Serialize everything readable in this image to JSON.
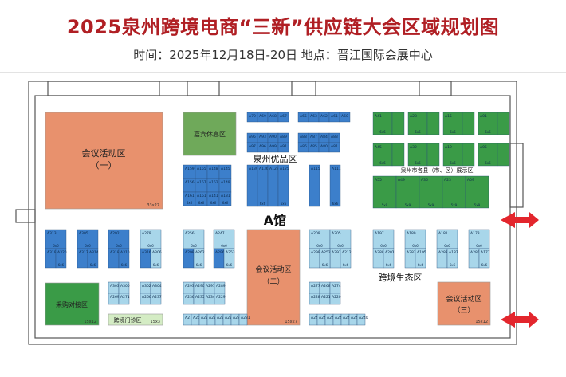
{
  "title": "2025泉州跨境电商“三新”供应链大会区域规划图",
  "subtitle": "时间：2025年12月18日-20日  地点：晋江国际会展中心",
  "hall_label": "A馆",
  "colors": {
    "title_red": "#b01f24",
    "salmon": "#e8916d",
    "green": "#3a9b47",
    "olive": "#6fa95a",
    "blue": "#3c7fcb",
    "light_blue": "#a8d6ea",
    "pale_green": "#d4ecc4",
    "arrow_red": "#e3262d"
  },
  "zones": [
    {
      "label": "会议活动区",
      "label2": "（一）",
      "size": "33x27"
    },
    {
      "label": "嘉宾休息区",
      "label2": "",
      "size": ""
    },
    {
      "label": "会议活动区",
      "label2": "（二）",
      "size": "15x27"
    },
    {
      "label": "采购对接区",
      "label2": "",
      "size": "15x12"
    },
    {
      "label": "跨境门诊区",
      "label2": "",
      "size": "15x3"
    },
    {
      "label": "会议活动区",
      "label2": "（三）",
      "size": "15x12"
    }
  ],
  "area_labels": {
    "quanzhou": "泉州优品区",
    "counties": "泉州市各县（市、区）展示区",
    "ecology": "跨境生态区"
  },
  "booth_size_labels": {
    "six": "6x6",
    "nine": "5x9"
  },
  "booths": {
    "quanzhou_top1": [
      "A70",
      "A69",
      "A68",
      "A67"
    ],
    "quanzhou_top2": [
      "A65",
      "A63",
      "A62",
      "A61",
      "A60"
    ],
    "quanzhou_grid": [
      [
        "A95",
        "A93",
        "A90",
        "A89",
        "A88",
        "A87",
        "A84",
        "A83"
      ],
      [
        "A97",
        "A96",
        "A99",
        "A91",
        "A86",
        "A85",
        "A80",
        "A81"
      ]
    ],
    "quanzhou_mid": [
      "A139",
      "A136",
      "A129",
      "A125",
      "A115",
      "A111"
    ],
    "left_mid": [
      "A159",
      "A155",
      "A148",
      "A145",
      "A156",
      "A157",
      "A152",
      "A149",
      "A161",
      "A151",
      "A141",
      "A131",
      "A123",
      "A119"
    ],
    "county_top": [
      "A41",
      "A28",
      "A15",
      "A01"
    ],
    "county_mid": [
      "A45",
      "A32",
      "A19",
      "A05"
    ],
    "county_bottom": [
      "A55",
      "A49",
      "A36",
      "A23",
      "A09"
    ],
    "lower_left": [
      "A313",
      "A305",
      "A292",
      "A279",
      "A256",
      "A247",
      "A209",
      "A205",
      "A197",
      "A189",
      "A181",
      "A173"
    ],
    "lower_left2": [
      "A319",
      "A317",
      "A318",
      "A316",
      "A298",
      "A296",
      "A299",
      "A297",
      "A288",
      "A283",
      "A287",
      "A285"
    ],
    "lower_mid": [
      "A320",
      "A314",
      "A310",
      "A306",
      "A262",
      "A253",
      "A252",
      "A212",
      "A201",
      "A195",
      "A187",
      "A177"
    ],
    "lower_rows": [
      "A303",
      "A300",
      "A302",
      "A304",
      "A293",
      "A290",
      "A291",
      "A289",
      "A277",
      "A268",
      "A274",
      "A269",
      "A271",
      "A266",
      "A237",
      "A236",
      "A235",
      "A234",
      "A229",
      "A228",
      "A221",
      "A220"
    ],
    "bottom_row": [
      "A273",
      "A264",
      "A275",
      "A270",
      "A276",
      "A278",
      "A280",
      "A281",
      "A246",
      "A245",
      "A244",
      "A243",
      "A242",
      "A241",
      "A240"
    ]
  }
}
